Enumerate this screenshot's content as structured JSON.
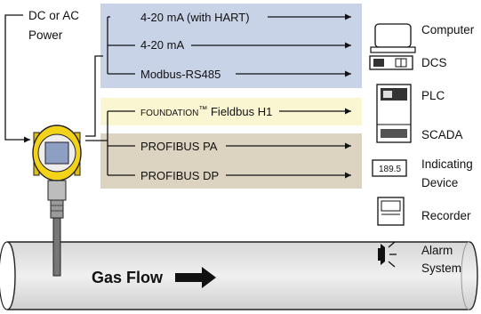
{
  "power": {
    "line1": "DC or AC",
    "line2": "Power"
  },
  "signals": {
    "hart": "4-20 mA (with HART)",
    "ma": "4-20 mA",
    "modbus": "Modbus-RS485",
    "foundation_prefix": "Foundation",
    "foundation_tm": "™",
    "foundation_suffix": " Fieldbus H1",
    "profibus_pa": "PROFIBUS PA",
    "profibus_dp": "PROFIBUS DP"
  },
  "devices": {
    "computer": "Computer",
    "dcs": "DCS",
    "plc": "PLC",
    "scada": "SCADA",
    "indicating_line1": "Indicating",
    "indicating_line2": "Device",
    "indicating_readout": "189.5",
    "recorder": "Recorder",
    "alarm_line1": "Alarm",
    "alarm_line2": "System"
  },
  "pipe": {
    "label": "Gas Flow"
  },
  "colors": {
    "blue_band": "#c9d3e8",
    "yellow_band": "#fbf6d2",
    "tan_band": "#dcd3c0",
    "transmitter_yellow": "#f3d21a",
    "pipe_fill": "#e4e4e4",
    "line": "#111111"
  },
  "icons": [
    "computer-icon",
    "dcs-icon",
    "plc-icon",
    "scada-icon",
    "indicating-device-icon",
    "recorder-icon",
    "alarm-icon",
    "flow-arrow-icon",
    "transmitter-icon"
  ]
}
